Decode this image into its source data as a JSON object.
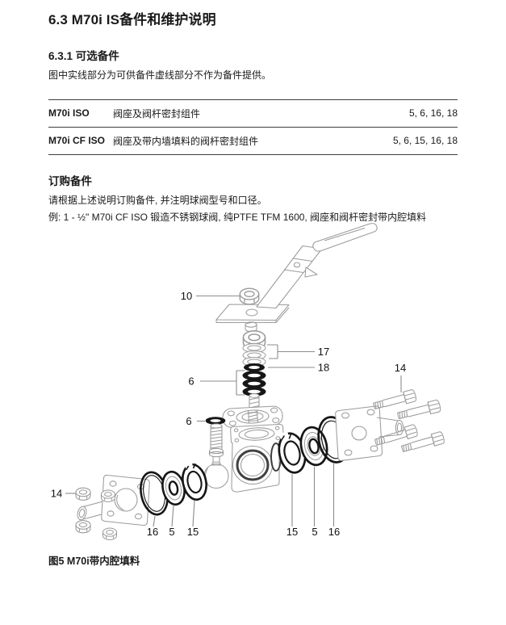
{
  "doc": {
    "heading": "6.3 M70i IS备件和维护说明",
    "section_heading": "6.3.1 可选备件",
    "intro": "图中实线部分为可供备件虚线部分不作为备件提供。",
    "table": {
      "rows": [
        {
          "model": "M70i ISO",
          "desc": "阀座及阀杆密封组件",
          "parts": "5, 6, 16, 18"
        },
        {
          "model": "M70i CF ISO",
          "desc": "阀座及带内墙填料的阀杆密封组件",
          "parts": "5, 6, 15, 16, 18"
        }
      ]
    },
    "order": {
      "heading": "订购备件",
      "line1": "请根据上述说明订购备件, 并注明球阀型号和口径。",
      "line2": "例: 1 - ½\" M70i CF ISO 锻造不锈钢球阀, 纯PTFE TFM 1600, 阀座和阀杆密封带内腔填料"
    },
    "figure": {
      "caption": "图5 M70i带内腔填料",
      "labels": {
        "handle_nut": "10",
        "belleville_washers": "17",
        "stem_oring": "18",
        "packing_rings": "6",
        "stem_seal_oring": "6",
        "flange_nuts": "14",
        "flange_bolts": "14",
        "body_gasket_left": "16",
        "seal_left": "5",
        "seat_left": "15",
        "seat_right": "15",
        "seal_right": "5",
        "body_gasket_right": "16"
      }
    },
    "colors": {
      "diagram_line": "#9b9b9b",
      "diagram_dark": "#161616",
      "text": "#1a1a1a"
    }
  }
}
